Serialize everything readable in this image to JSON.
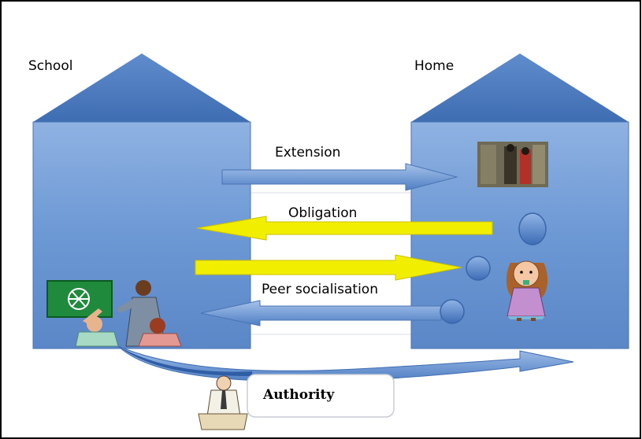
{
  "buildings": {
    "school_label": "School",
    "home_label": "Home"
  },
  "arrows": {
    "extension_label": "Extension",
    "obligation_label": "Obligation",
    "peer_label": "Peer socialisation",
    "authority_label": "Authority"
  },
  "colors": {
    "building_fill": "#6f9bd6",
    "roof_fill": "#4f7cc0",
    "yellow_arrow": "#f5f000",
    "blue_arrow": "#5b8bd0",
    "border": "#000000"
  },
  "icons": {
    "school": "classroom-clipart",
    "home_photo": "children-photo",
    "girl": "girl-clipart",
    "teacher": "authority-figure-clipart"
  }
}
